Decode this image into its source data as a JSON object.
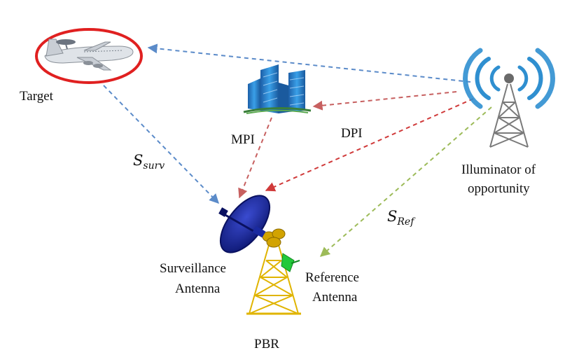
{
  "labels": {
    "target": "Target",
    "mpi": "MPI",
    "dpi": "DPI",
    "illuminator_line1": "Illuminator of",
    "illuminator_line2": "opportunity",
    "surveillance_line1": "Surveillance",
    "surveillance_line2": "Antenna",
    "reference_line1": "Reference",
    "reference_line2": "Antenna",
    "pbr": "PBR"
  },
  "signals": {
    "surv_main": "S",
    "surv_sub": "surv",
    "ref_main": "S",
    "ref_sub": "Ref"
  },
  "colors": {
    "blue_path": "#5b8bc9",
    "red_path": "#d03a3a",
    "mpi_path": "#c76060",
    "green_path": "#9dbb59",
    "target_ring": "#e02020",
    "dish": "#1a2aa0",
    "tower_yellow": "#e0b400",
    "tower_gray": "#7a7a7a",
    "radio_waves": "#2f8fd0",
    "building": "#2a7fc6"
  },
  "icons": {
    "aircraft": "airplane-icon",
    "building": "building-icon",
    "illuminator": "radio-tower-icon",
    "surveillance": "satellite-dish-icon",
    "reference": "lattice-tower-icon"
  }
}
